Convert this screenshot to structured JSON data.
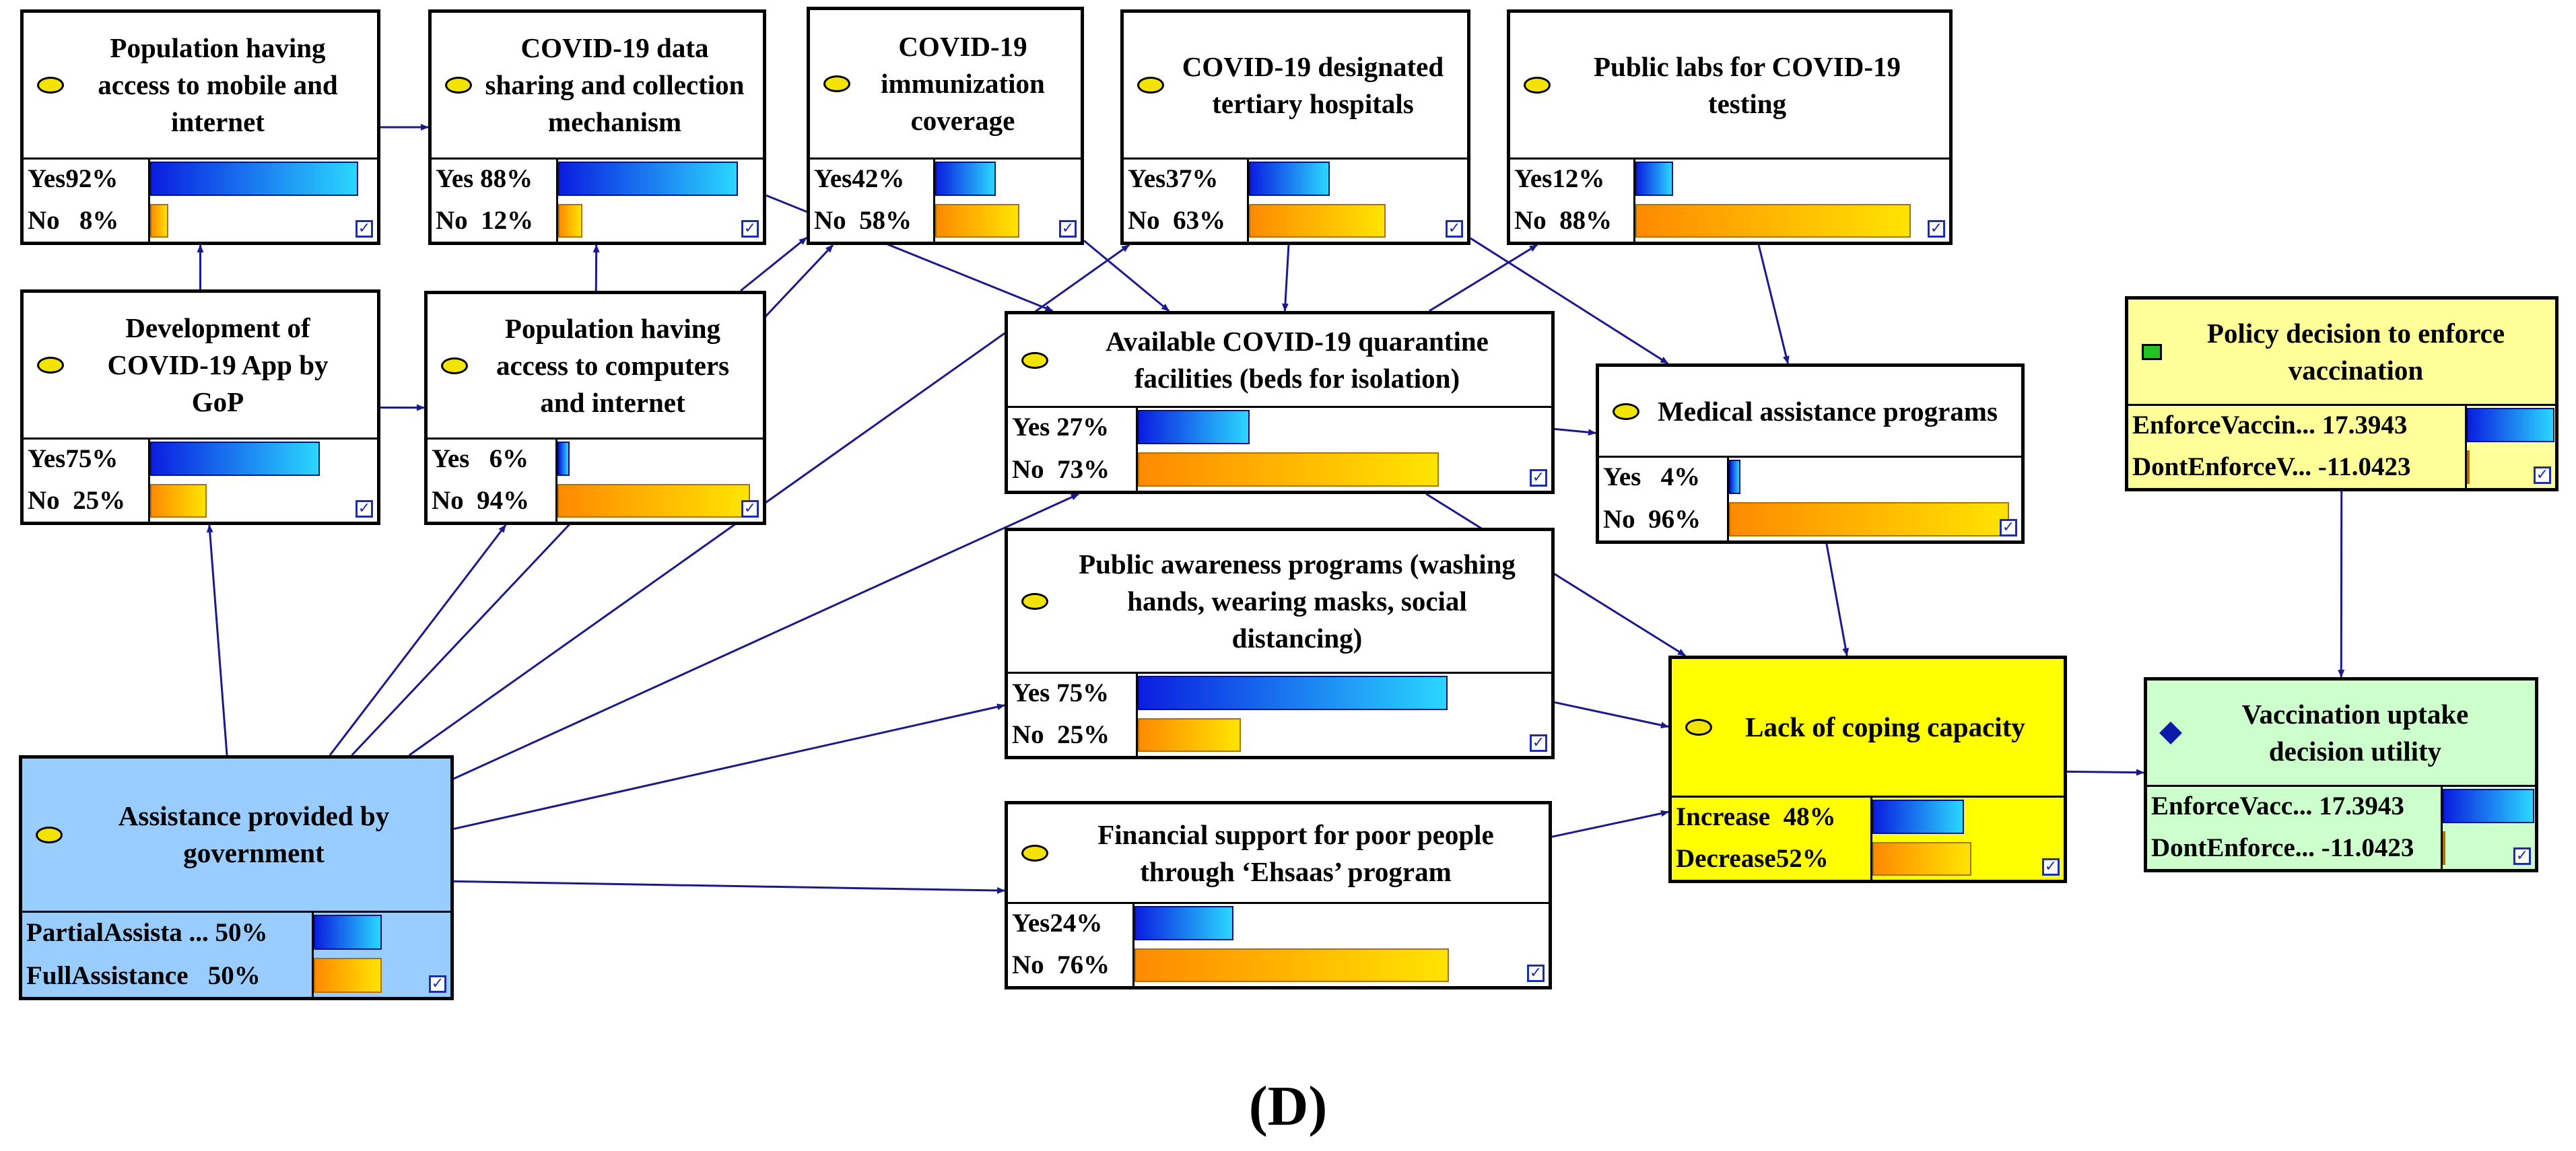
{
  "caption": "(D)",
  "colors": {
    "edge": "#1a1a8c",
    "default_fill": "#ffffff",
    "assistance_fill": "#99ccff",
    "lack_fill": "#ffff00",
    "policy_fill": "#ffff99",
    "utility_fill": "#ccffcc",
    "chance_dot": "#f2e400",
    "decision_marker": "#22c322",
    "utility_marker": "#0b1aa8"
  },
  "nodes": {
    "mobile": {
      "title": [
        "Population having",
        "access to mobile and",
        "internet"
      ],
      "states": [
        {
          "label": "Yes92%",
          "value": 92,
          "kind": "yes"
        },
        {
          "label": "No   8%",
          "value": 8,
          "kind": "no"
        }
      ],
      "icon": "chance-dot"
    },
    "datasharing": {
      "title": [
        "COVID-19 data",
        "sharing and collection",
        "mechanism"
      ],
      "states": [
        {
          "label": "Yes 88%",
          "value": 88,
          "kind": "yes"
        },
        {
          "label": "No  12%",
          "value": 12,
          "kind": "no"
        }
      ],
      "icon": "chance-dot"
    },
    "immunization": {
      "title": [
        "COVID-19",
        "immunization",
        "coverage"
      ],
      "states": [
        {
          "label": "Yes42%",
          "value": 42,
          "kind": "yes"
        },
        {
          "label": "No  58%",
          "value": 58,
          "kind": "no"
        }
      ],
      "icon": "chance-dot"
    },
    "tertiary": {
      "title": [
        "COVID-19 designated",
        "tertiary hospitals"
      ],
      "states": [
        {
          "label": "Yes37%",
          "value": 37,
          "kind": "yes"
        },
        {
          "label": "No  63%",
          "value": 63,
          "kind": "no"
        }
      ],
      "icon": "chance-dot"
    },
    "publiclabs": {
      "title": [
        "Public labs for COVID-19",
        "testing"
      ],
      "states": [
        {
          "label": "Yes12%",
          "value": 12,
          "kind": "yes"
        },
        {
          "label": "No  88%",
          "value": 88,
          "kind": "no"
        }
      ],
      "icon": "chance-dot"
    },
    "app": {
      "title": [
        "Development of",
        "COVID-19  App by",
        "GoP"
      ],
      "states": [
        {
          "label": "Yes75%",
          "value": 75,
          "kind": "yes"
        },
        {
          "label": "No  25%",
          "value": 25,
          "kind": "no"
        }
      ],
      "icon": "chance-dot"
    },
    "computers": {
      "title": [
        "Population having",
        "access to computers",
        "and internet"
      ],
      "states": [
        {
          "label": "Yes   6%",
          "value": 6,
          "kind": "yes"
        },
        {
          "label": "No  94%",
          "value": 94,
          "kind": "no"
        }
      ],
      "icon": "chance-dot"
    },
    "quarantine": {
      "title": [
        "Available COVID-19 quarantine",
        "facilities (beds for isolation)"
      ],
      "states": [
        {
          "label": "Yes 27%",
          "value": 27,
          "kind": "yes"
        },
        {
          "label": "No  73%",
          "value": 73,
          "kind": "no"
        }
      ],
      "icon": "chance-dot"
    },
    "medical": {
      "title": [
        "Medical assistance programs"
      ],
      "states": [
        {
          "label": "Yes   4%",
          "value": 4,
          "kind": "yes"
        },
        {
          "label": "No  96%",
          "value": 96,
          "kind": "no"
        }
      ],
      "icon": "chance-dot"
    },
    "awareness": {
      "title": [
        "Public awareness programs (washing",
        "hands, wearing masks, social",
        "distancing)"
      ],
      "states": [
        {
          "label": "Yes 75%",
          "value": 75,
          "kind": "yes"
        },
        {
          "label": "No  25%",
          "value": 25,
          "kind": "no"
        }
      ],
      "icon": "chance-dot"
    },
    "financial": {
      "title": [
        "Financial support for poor people",
        "through ‘Ehsaas’ program"
      ],
      "states": [
        {
          "label": "Yes24%",
          "value": 24,
          "kind": "yes"
        },
        {
          "label": "No  76%",
          "value": 76,
          "kind": "no"
        }
      ],
      "icon": "chance-dot"
    },
    "assistance": {
      "title": [
        "Assistance provided by",
        "government"
      ],
      "states": [
        {
          "label": "PartialAssista ... 50%",
          "value": 50,
          "kind": "yes"
        },
        {
          "label": "FullAssistance   50%",
          "value": 50,
          "kind": "no"
        }
      ],
      "icon": "chance-dot"
    },
    "lack": {
      "title": [
        "Lack of  coping capacity"
      ],
      "states": [
        {
          "label": "Increase  48%",
          "value": 48,
          "kind": "yes"
        },
        {
          "label": "Decrease52%",
          "value": 52,
          "kind": "no"
        }
      ],
      "icon": "chance-dot"
    },
    "policy": {
      "title": [
        "Policy decision to enforce",
        "vaccination"
      ],
      "states": [
        {
          "label": "EnforceVaccin... 17.3943",
          "value": 100,
          "kind": "yes"
        },
        {
          "label": "DontEnforceV... -11.0423",
          "value": 1,
          "kind": "no"
        }
      ],
      "icon": "decision-square"
    },
    "utility": {
      "title": [
        "Vaccination uptake",
        "decision utility"
      ],
      "states": [
        {
          "label": "EnforceVacc... 17.3943",
          "value": 100,
          "kind": "yes"
        },
        {
          "label": "DontEnforce... -11.0423",
          "value": 1,
          "kind": "no"
        }
      ],
      "icon": "utility-diamond"
    }
  },
  "edges": [
    [
      "app",
      "mobile"
    ],
    [
      "mobile",
      "datasharing"
    ],
    [
      "computers",
      "datasharing"
    ],
    [
      "app",
      "computers"
    ],
    [
      "computers",
      "immunization"
    ],
    [
      "datasharing",
      "quarantine"
    ],
    [
      "assistance",
      "app"
    ],
    [
      "assistance",
      "computers"
    ],
    [
      "assistance",
      "immunization"
    ],
    [
      "assistance",
      "tertiary"
    ],
    [
      "assistance",
      "quarantine"
    ],
    [
      "assistance",
      "awareness"
    ],
    [
      "assistance",
      "financial"
    ],
    [
      "immunization",
      "quarantine"
    ],
    [
      "tertiary",
      "quarantine"
    ],
    [
      "quarantine",
      "publiclabs"
    ],
    [
      "quarantine",
      "medical"
    ],
    [
      "publiclabs",
      "medical"
    ],
    [
      "tertiary",
      "medical"
    ],
    [
      "quarantine",
      "lack"
    ],
    [
      "awareness",
      "lack"
    ],
    [
      "financial",
      "lack"
    ],
    [
      "medical",
      "lack"
    ],
    [
      "lack",
      "utility"
    ],
    [
      "policy",
      "utility"
    ]
  ]
}
